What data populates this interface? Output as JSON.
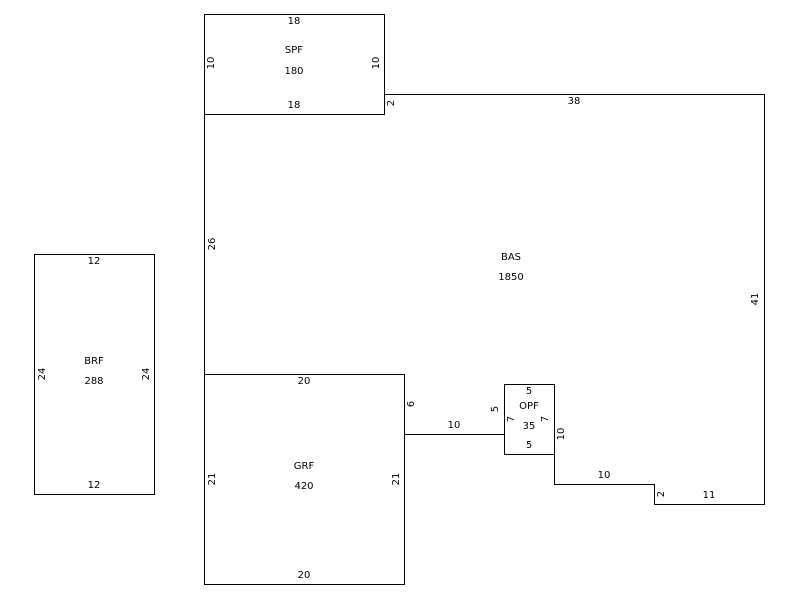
{
  "colors": {
    "line": "#000000",
    "background": "#ffffff"
  },
  "areas": {
    "spf": {
      "code": "SPF",
      "area": "180",
      "dims": {
        "top": "18",
        "bottom": "18",
        "left": "10",
        "right": "10"
      }
    },
    "bas": {
      "code": "BAS",
      "area": "1850",
      "dims": {
        "top": "38",
        "left": "26",
        "right": "41",
        "step": "2",
        "garage_step": "6",
        "link": "10",
        "porch_side": "10",
        "lower": "10",
        "notch": "2",
        "bottom": "11"
      }
    },
    "brf": {
      "code": "BRF",
      "area": "288",
      "dims": {
        "top": "12",
        "bottom": "12",
        "left": "24",
        "right": "24"
      }
    },
    "grf": {
      "code": "GRF",
      "area": "420",
      "dims": {
        "top": "20",
        "bottom": "20",
        "left": "21",
        "right": "21"
      }
    },
    "opf": {
      "code": "OPF",
      "area": "35",
      "dims": {
        "top": "5",
        "bottom": "5",
        "left": "7",
        "right": "7",
        "outer": "5"
      }
    }
  }
}
